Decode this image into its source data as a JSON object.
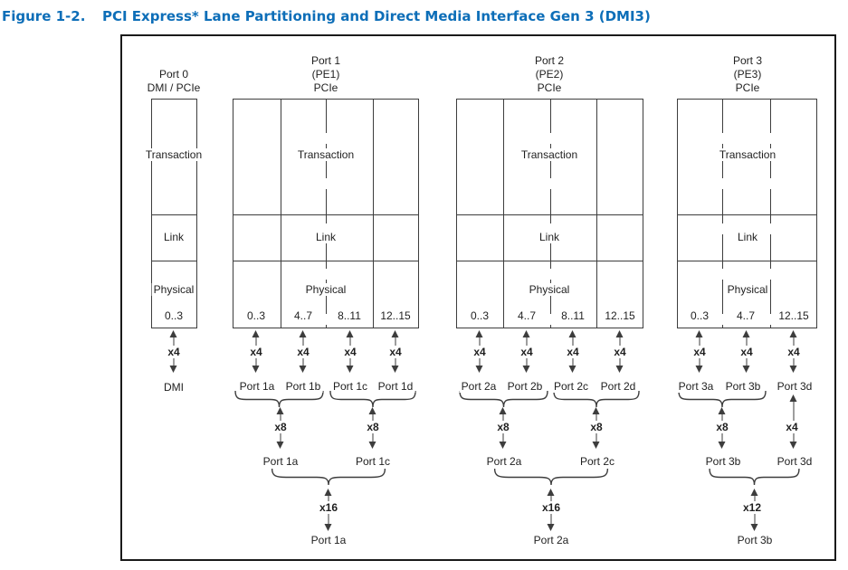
{
  "figure": {
    "label": "Figure 1-2.",
    "title": "PCI Express* Lane Partitioning and Direct Media Interface Gen 3 (DMI3)"
  },
  "ports": [
    {
      "header": [
        "Port 0",
        "DMI / PCIe"
      ],
      "layers": [
        "Transaction",
        "Link",
        "Physical"
      ],
      "lanes": [
        "0..3"
      ],
      "l1_widths": [
        "x4"
      ],
      "l1_labels": [
        "DMI"
      ]
    },
    {
      "header": [
        "Port 1",
        "(PE1)",
        "PCIe"
      ],
      "layers": [
        "Transaction",
        "Link",
        "Physical"
      ],
      "lanes": [
        "0..3",
        "4..7",
        "8..11",
        "12..15"
      ],
      "l1_widths": [
        "x4",
        "x4",
        "x4",
        "x4"
      ],
      "l1_labels": [
        "Port 1a",
        "Port 1b",
        "Port 1c",
        "Port 1d"
      ],
      "l2_widths": [
        "x8",
        "x8"
      ],
      "l2_labels": [
        "Port 1a",
        "Port 1c"
      ],
      "l3_width": "x16",
      "l3_label": "Port 1a"
    },
    {
      "header": [
        "Port 2",
        "(PE2)",
        "PCIe"
      ],
      "layers": [
        "Transaction",
        "Link",
        "Physical"
      ],
      "lanes": [
        "0..3",
        "4..7",
        "8..11",
        "12..15"
      ],
      "l1_widths": [
        "x4",
        "x4",
        "x4",
        "x4"
      ],
      "l1_labels": [
        "Port 2a",
        "Port 2b",
        "Port 2c",
        "Port 2d"
      ],
      "l2_widths": [
        "x8",
        "x8"
      ],
      "l2_labels": [
        "Port 2a",
        "Port 2c"
      ],
      "l3_width": "x16",
      "l3_label": "Port 2a"
    },
    {
      "header": [
        "Port 3",
        "(PE3)",
        "PCIe"
      ],
      "layers": [
        "Transaction",
        "Link",
        "Physical"
      ],
      "lanes": [
        "0..3",
        "4..7",
        "12..15"
      ],
      "l1_widths": [
        "x4",
        "x4",
        "x4"
      ],
      "l1_labels": [
        "Port 3a",
        "Port 3b",
        "Port 3d"
      ],
      "l2_widths": [
        "x8",
        "x4"
      ],
      "l2_labels": [
        "Port 3b",
        "Port 3d"
      ],
      "l3_width": "x12",
      "l3_label": "Port 3b"
    }
  ],
  "colors": {
    "title_text": "#0d6eb8",
    "diagram_line": "#3d3d3d",
    "arrow": "#3d3d3d",
    "frame_border": "#1a1a1a",
    "label_text": "#1f1f1f"
  }
}
